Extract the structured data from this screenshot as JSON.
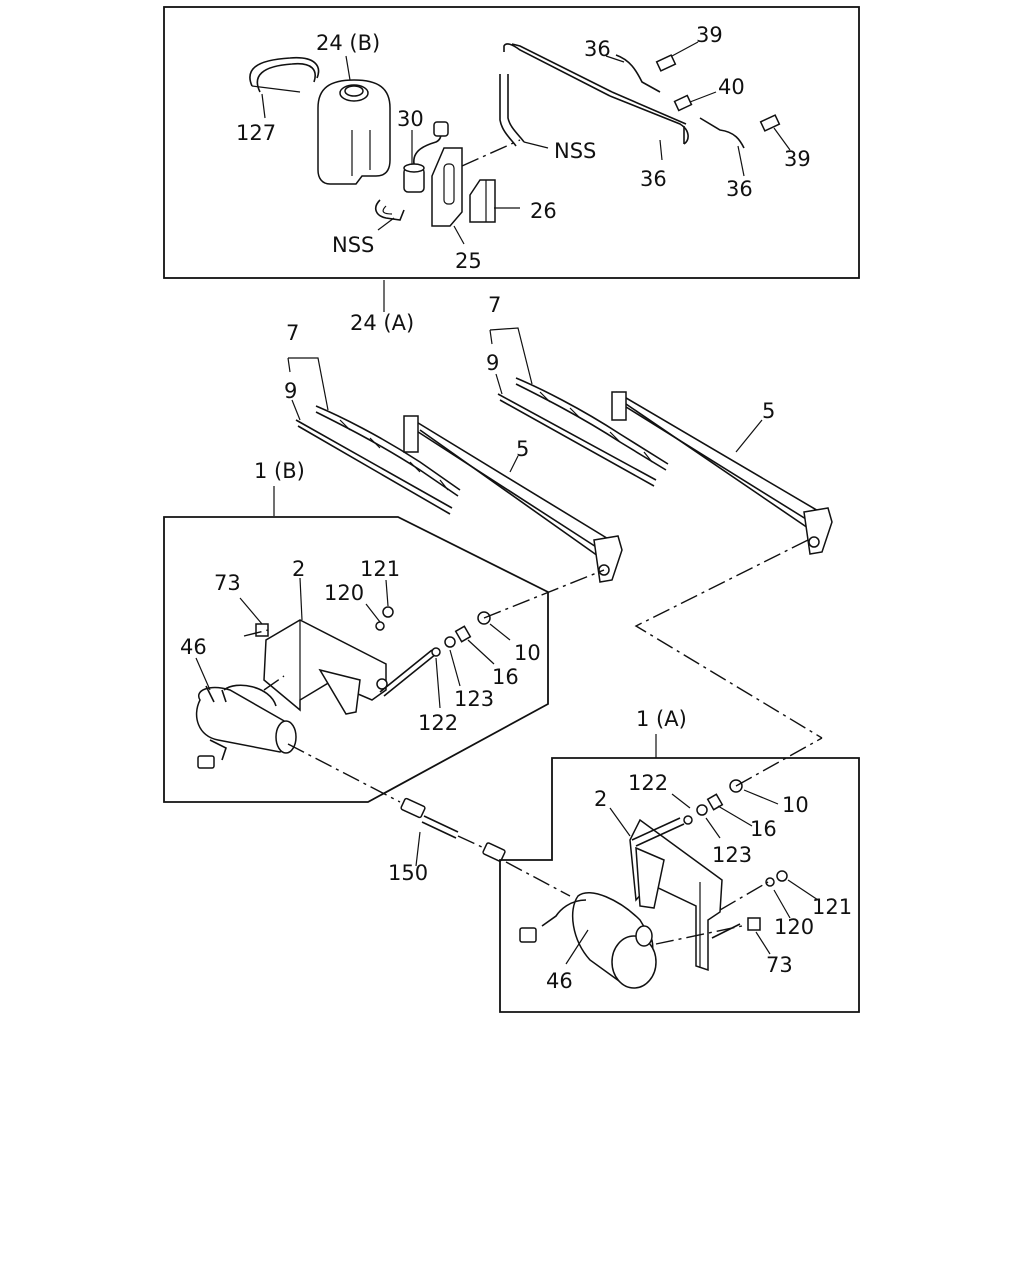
{
  "labels": {
    "l_24b": "24 (B)",
    "l_127": "127",
    "l_30": "30",
    "l_nss1": "NSS",
    "l_nss2": "NSS",
    "l_25": "25",
    "l_26": "26",
    "l_36a": "36",
    "l_39a": "39",
    "l_40": "40",
    "l_36b": "36",
    "l_36c": "36",
    "l_39b": "39",
    "l_24a": "24 (A)",
    "l_7a": "7",
    "l_9a": "9",
    "l_5a": "5",
    "l_7b": "7",
    "l_9b": "9",
    "l_5b": "5",
    "l_1b": "1 (B)",
    "l_73a": "73",
    "l_2a": "2",
    "l_120a": "120",
    "l_121a": "121",
    "l_46a": "46",
    "l_10a": "10",
    "l_16a": "16",
    "l_123a": "123",
    "l_122a": "122",
    "l_1a": "1 (A)",
    "l_122b": "122",
    "l_2b": "2",
    "l_10b": "10",
    "l_16b": "16",
    "l_123b": "123",
    "l_121b": "121",
    "l_120b": "120",
    "l_73b": "73",
    "l_46b": "46",
    "l_150": "150"
  }
}
